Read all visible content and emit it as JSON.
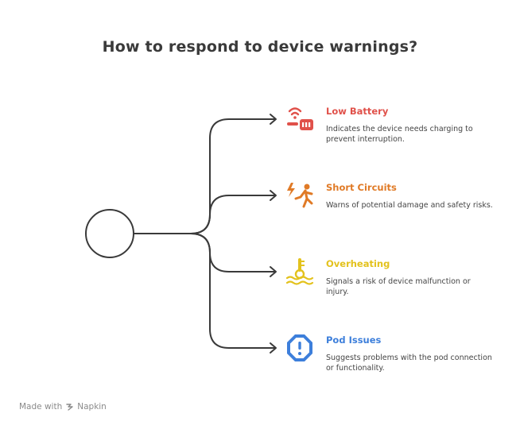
{
  "title": "How to respond to device warnings?",
  "items": [
    {
      "title": "Low Battery",
      "description": "Indicates the device needs charging to prevent interruption.",
      "color": "#e0514a",
      "icon": "low-battery-icon"
    },
    {
      "title": "Short Circuits",
      "description": "Warns of potential damage and safety risks.",
      "color": "#e07a26",
      "icon": "electric-shock-icon"
    },
    {
      "title": "Overheating",
      "description": "Signals a risk of device malfunction or injury.",
      "color": "#e3c21d",
      "icon": "thermometer-heat-icon"
    },
    {
      "title": "Pod Issues",
      "description": "Suggests problems with the pod connection or functionality.",
      "color": "#3d7fdb",
      "icon": "alert-octagon-icon"
    }
  ],
  "footer": {
    "made_with": "Made with",
    "brand": "Napkin"
  },
  "line_color": "#3a3a3a"
}
